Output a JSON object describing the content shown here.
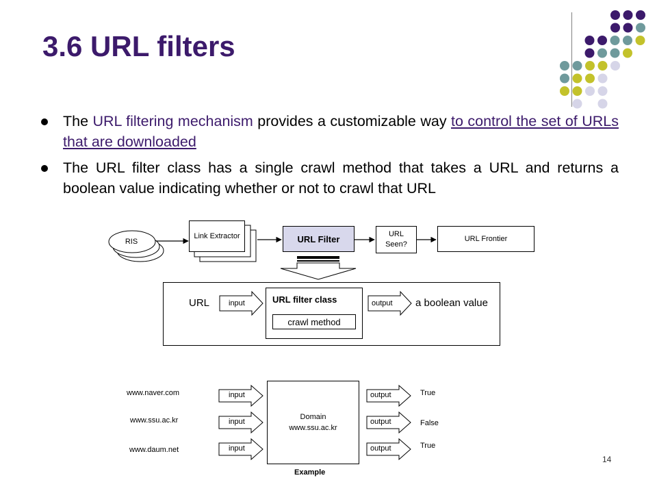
{
  "slide": {
    "title": "3.6 URL filters",
    "page_number": "14"
  },
  "bullets": [
    {
      "p1": "The ",
      "highlight": "URL filtering mechanism",
      "p2": " provides a customizable way ",
      "link": "to control the set of URLs that are downloaded"
    },
    {
      "text": "The URL filter class has a single crawl method that takes a URL and returns a boolean value indicating whether or not to crawl that URL"
    }
  ],
  "pipeline": {
    "ris": "RIS",
    "link_extractor": "Link Extractor",
    "url_filter": "URL Filter",
    "url_seen": "URL Seen?",
    "url_frontier": "URL Frontier"
  },
  "filter_class": {
    "url_label": "URL",
    "input": "input",
    "class_title": "URL filter class",
    "method": "crawl method",
    "output": "output",
    "result_label": "a boolean value"
  },
  "example": {
    "caption": "Example",
    "domain_title": "Domain",
    "domain_value": "www.ssu.ac.kr",
    "input_label": "input",
    "output_label": "output",
    "rows": [
      {
        "url": "www.naver.com",
        "result": "True"
      },
      {
        "url": "www.ssu.ac.kr",
        "result": "False"
      },
      {
        "url": "www.daum.net",
        "result": "True"
      }
    ]
  },
  "colors": {
    "title": "#3c1a6b",
    "dot_purple": "#3c1a6b",
    "dot_teal": "#6f9a9c",
    "dot_lime": "#c3c22b",
    "dot_lavender": "#d6d5e8",
    "url_filter_fill": "#d8d8ec"
  }
}
